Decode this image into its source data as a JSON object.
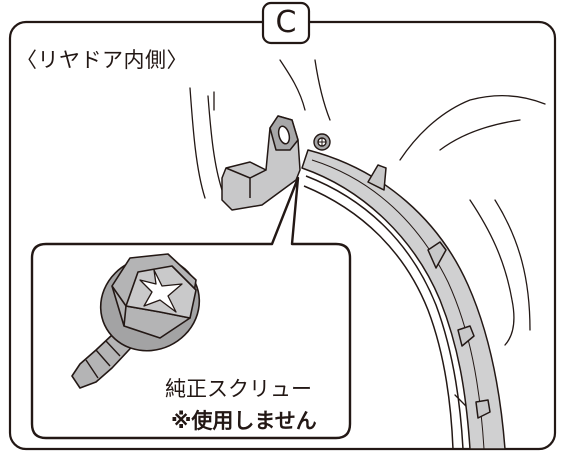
{
  "section_label": "C",
  "frame_title": "〈リヤドア内側〉",
  "callout": {
    "part_name": "純正スクリュー",
    "note": "※使用しません"
  },
  "colors": {
    "line": "#231815",
    "part_fill": "#b4b4b5",
    "part_dark": "#8c8c8d",
    "background": "#ffffff"
  },
  "icons": [
    "tapping-screw-icon",
    "screw-location-marker"
  ]
}
